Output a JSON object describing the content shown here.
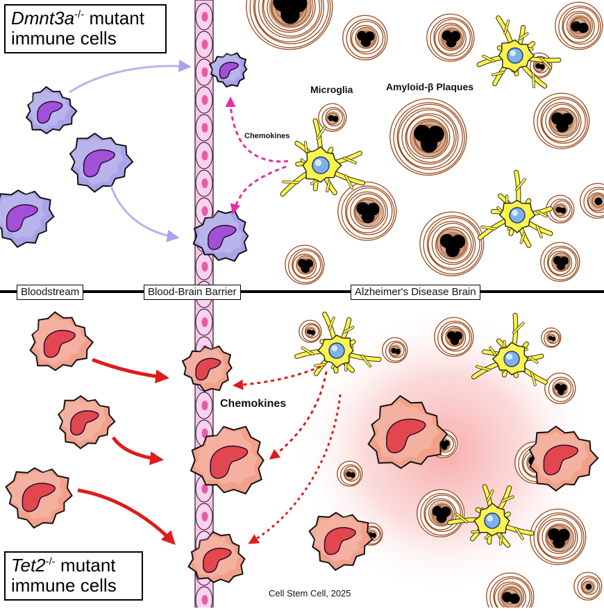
{
  "figure": {
    "top_panel_title": {
      "gene": "Dmnt3a",
      "superscript": "-/-",
      "rest": " mutant",
      "line2": "immune cells"
    },
    "bottom_panel_title": {
      "gene": "Tet2",
      "superscript": "-/-",
      "rest": " mutant",
      "line2": "immune cells"
    },
    "section_labels": {
      "bloodstream": "Bloodstream",
      "bbb": "Blood-Brain Barrier",
      "ad_brain": "Alzheimer's Disease Brain"
    },
    "annotations": {
      "microglia": "Microglia",
      "plaques": "Amyloid-β Plaques",
      "chemokines_top": "Chemokines",
      "chemokines_bottom": "Chemokines"
    },
    "citation": "Cell Stem Cell, 2025"
  },
  "colors": {
    "top_cell_fill": "#a9a4e8",
    "top_nucleus": "#a34fd8",
    "bottom_cell_fill": "#f2a08a",
    "bottom_nucleus": "#e2474e",
    "microglia": "#fff44d",
    "microglia_nucleus": "#7fb0ea",
    "plaque_ring": "#9a4a1c",
    "plaque_core": "#000000",
    "barrier_cell": "#f4c9e6",
    "barrier_nucleus": "#e85aa6",
    "top_arrow": "#b8b3ee",
    "top_chemokine": "#e62ca0",
    "bottom_arrow": "#dd1c1c",
    "inflammation_glow": "#f7a8a8"
  }
}
